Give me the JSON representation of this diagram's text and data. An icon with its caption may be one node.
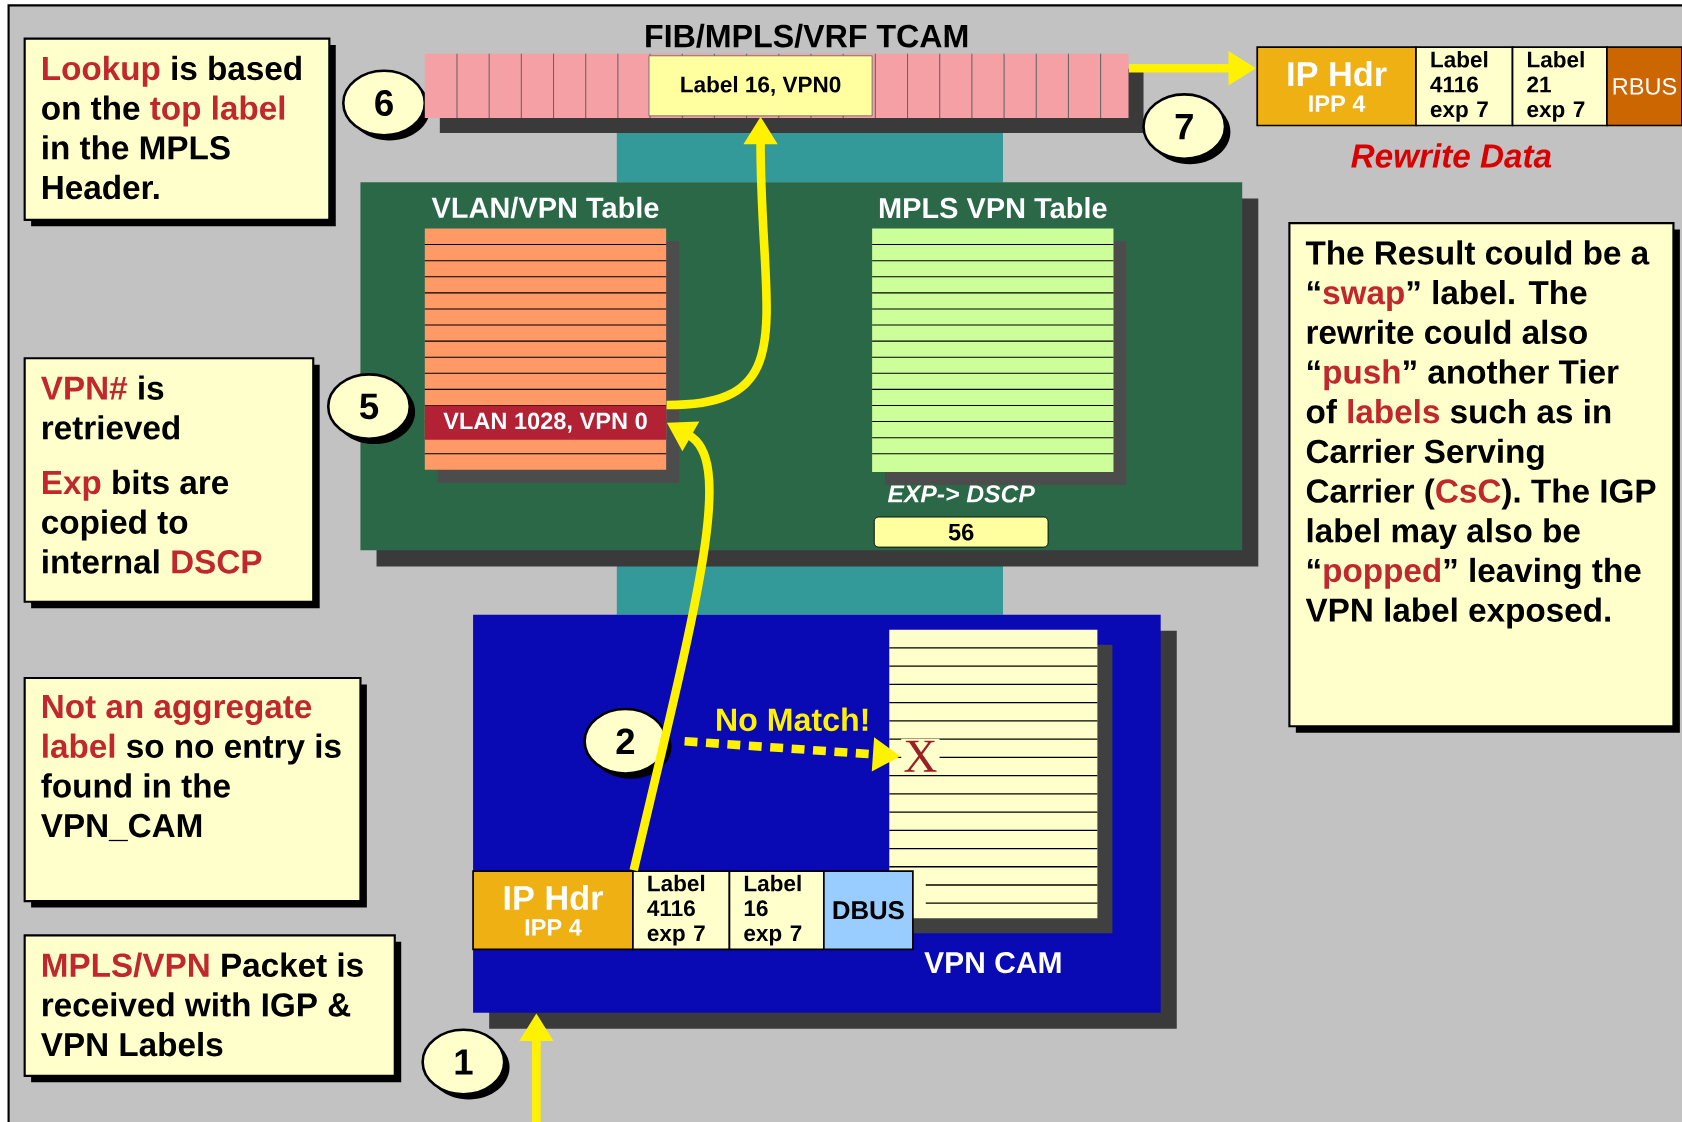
{
  "diagram": {
    "nodes": [
      {
        "text": [
          "**Lookup** is based on the **top label** in the MPLS Header."
        ]
      },
      {
        "text": [
          "6"
        ]
      },
      {
        "text": [
          "FIB/MPLS/VRF TCAM"
        ]
      },
      {
        "text": [
          "Label 16, VPN0"
        ],
        "in": 2
      },
      {
        "text": [
          "IP Hdr",
          "IPP 4"
        ]
      },
      {
        "text": [
          "Label 4116 exp 7"
        ]
      },
      {
        "text": [
          "Label 21 exp 7"
        ]
      },
      {
        "text": [
          "RBUS"
        ]
      },
      {
        "text": [
          "7"
        ]
      },
      {
        "text": [],
        "shape": "box"
      },
      {
        "text": [
          "VLAN/VPN Table"
        ],
        "in": 9
      },
      {
        "text": [
          "VLAN 1028, VPN 0"
        ],
        "in": 10
      },
      {
        "text": [
          "MPLS VPN Table"
        ],
        "in": 9
      },
      {
        "text": [
          "56"
        ],
        "in": 9,
        "beside": [
          "EXP-> DSCP"
        ]
      },
      {
        "text": [
          "The Result could be a “**swap**” label. The rewrite could also “**push**” another Tier of **labels** such as in Carrier Serving Carrier (**CsC**). The IGP label may also be “**popped**” leaving the VPN label exposed."
        ]
      },
      {
        "text": [
          "**VPN#** is retrieved",
          "**Exp** bits are copied to internal **DSCP**"
        ]
      },
      {
        "text": [
          "5"
        ]
      },
      {
        "text": [],
        "shape": "box"
      },
      {
        "text": [
          "VPN CAM"
        ],
        "in": 17
      },
      {
        "text": [
          "X"
        ],
        "in": 18
      },
      {
        "text": [
          "2"
        ],
        "in": 17
      },
      {
        "text": [
          "IP Hdr",
          "IPP 4"
        ],
        "in": 17
      },
      {
        "text": [
          "Label 4116 exp 7"
        ],
        "in": 17
      },
      {
        "text": [
          "Label 16 exp 7"
        ],
        "in": 17
      },
      {
        "text": [
          "DBUS"
        ],
        "in": 17
      },
      {
        "text": [
          "**Not an aggregate label** so no entry is found in the VPN_CAM"
        ]
      },
      {
        "text": [
          "**MPLS/VPN** Packet is received with IGP & VPN Labels"
        ]
      },
      {
        "text": [
          "1"
        ]
      }
    ],
    "edges": [
      {
        "from": null,
        "to": 17,
        "arrow": "to"
      },
      {
        "from": 21,
        "to": 11,
        "arrow": "to"
      },
      {
        "from": 11,
        "to": 3,
        "arrow": "to"
      },
      {
        "from": 20,
        "to": 19,
        "arrow": "to",
        "label": "No Match!",
        "style": "dashed"
      },
      {
        "from": 2,
        "to": 4,
        "arrow": "to"
      }
    ],
    "labels": [
      "Rewrite Data"
    ]
  }
}
